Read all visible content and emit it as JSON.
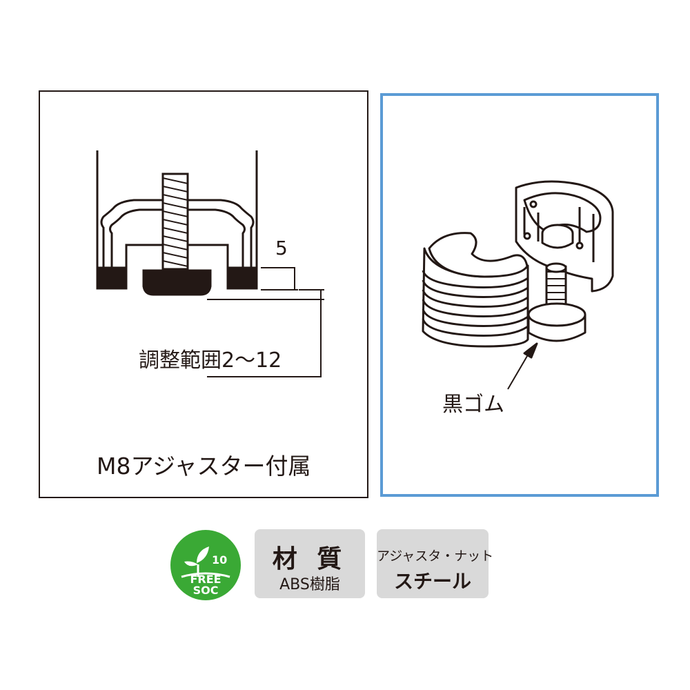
{
  "left_panel": {
    "dimension_small": "5",
    "adjust_range": "調整範囲2〜12",
    "caption": "M8アジャスター付属"
  },
  "right_panel": {
    "callout": "黒ゴム"
  },
  "eco_logo": {
    "number": "10",
    "line1": "FREE",
    "line2": "SOC",
    "color": "#3aa935"
  },
  "badges": {
    "material_title": "材 質",
    "material_value": "ABS樹脂",
    "steel_title": "アジャスタ・ナット",
    "steel_value": "スチール"
  },
  "colors": {
    "frame": "#231815",
    "highlight_border": "#5b9bd5",
    "badge_bg": "#d9d9d9"
  }
}
